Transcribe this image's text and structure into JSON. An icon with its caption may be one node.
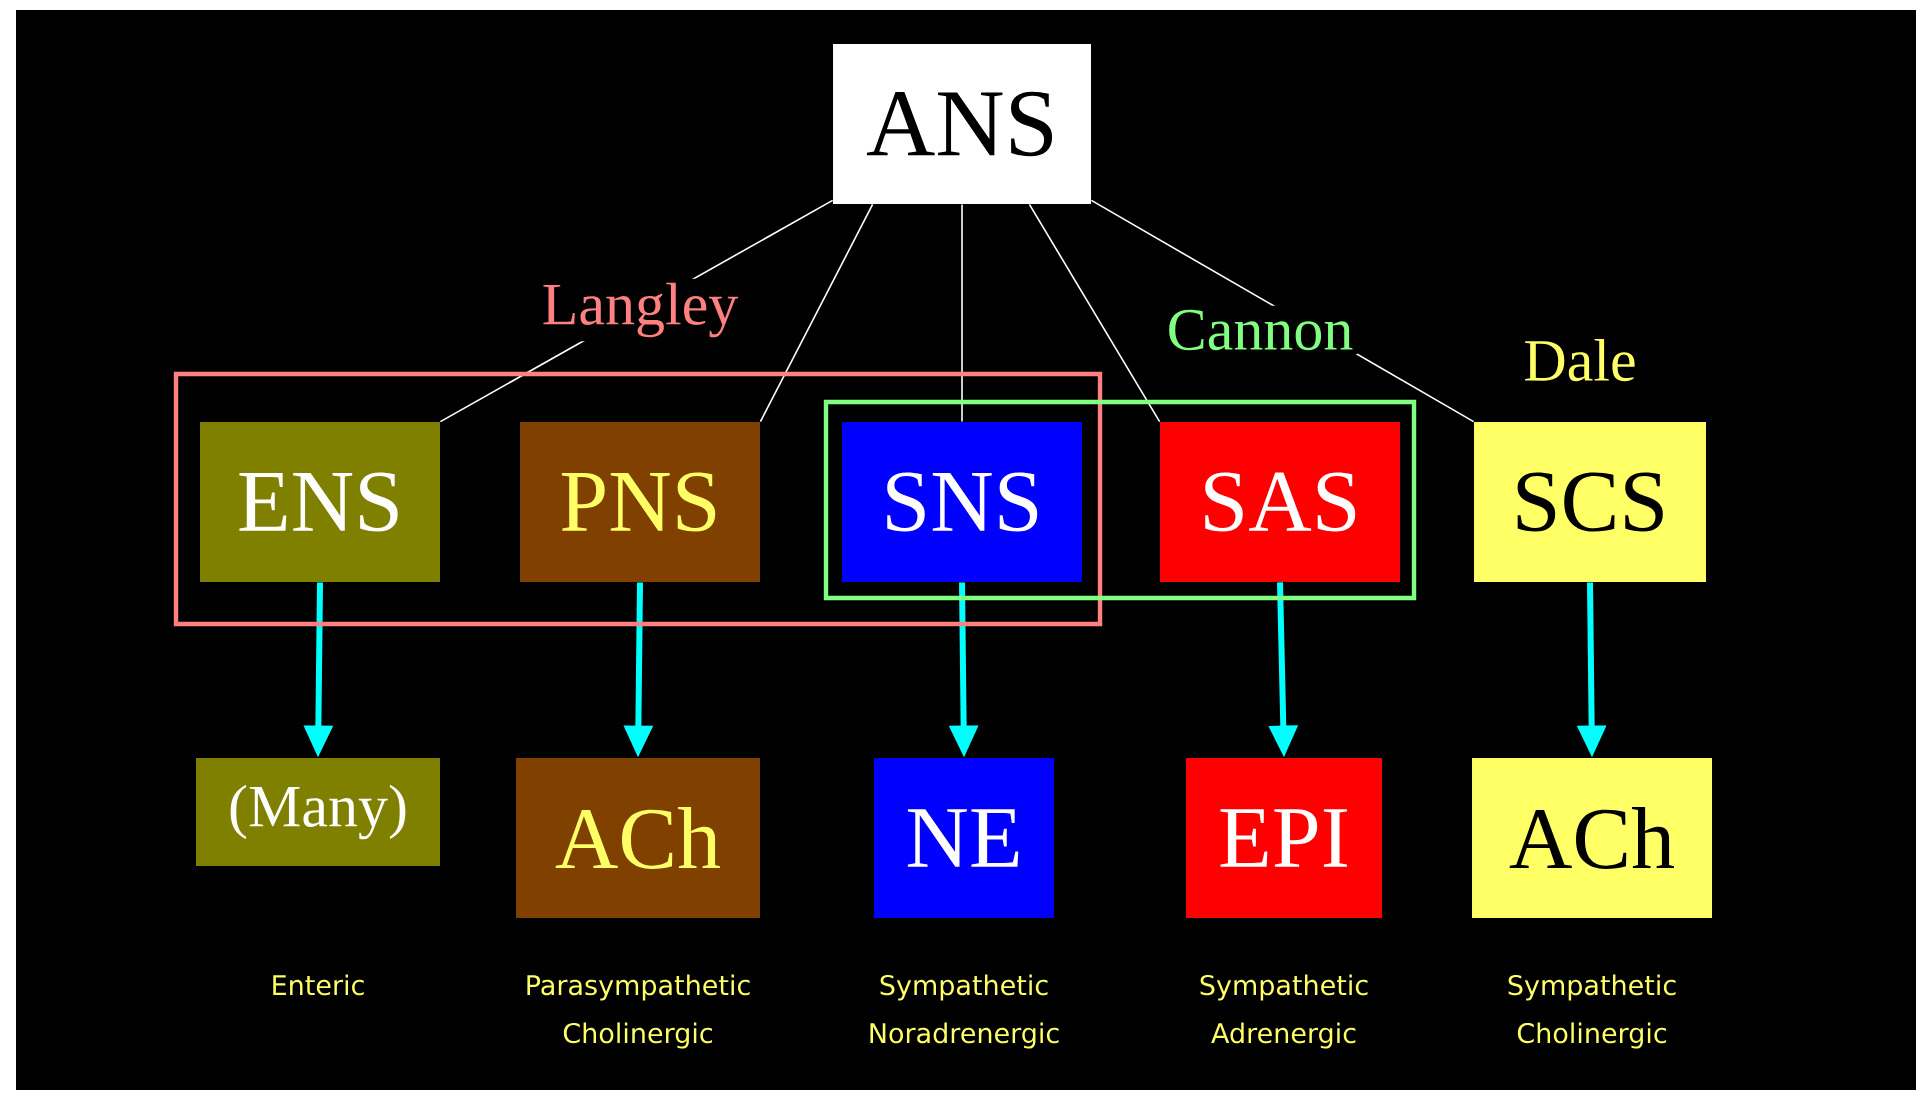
{
  "diagram": {
    "nodes": [
      {
        "text": [
          "ANS"
        ]
      },
      {
        "text": [
          "Langley"
        ]
      },
      {
        "text": [
          "Cannon"
        ]
      },
      {
        "text": [
          "ENS"
        ],
        "in": 1
      },
      {
        "text": [
          "PNS"
        ],
        "in": 1
      },
      {
        "text": [
          "SNS"
        ]
      },
      {
        "text": [
          "SAS"
        ],
        "in": 2
      },
      {
        "text": [
          "SCS"
        ],
        "beside": [
          "Dale"
        ]
      },
      {
        "text": [
          "(Many)"
        ],
        "beside": [
          "Enteric"
        ]
      },
      {
        "text": [
          "ACh"
        ],
        "beside": [
          "Parasympathetic Cholinergic"
        ]
      },
      {
        "text": [
          "NE"
        ],
        "beside": [
          "Sympathetic Noradrenergic"
        ]
      },
      {
        "text": [
          "EPI"
        ],
        "beside": [
          "Sympathetic Adrenergic"
        ]
      },
      {
        "text": [
          "ACh"
        ],
        "beside": [
          "Sympathetic Cholinergic"
        ]
      }
    ],
    "edges": [
      {
        "from": 0,
        "to": 3,
        "arrow": "none"
      },
      {
        "from": 0,
        "to": 4,
        "arrow": "none"
      },
      {
        "from": 0,
        "to": 5,
        "arrow": "none"
      },
      {
        "from": 0,
        "to": 6,
        "arrow": "none"
      },
      {
        "from": 0,
        "to": 7,
        "arrow": "none"
      },
      {
        "from": 3,
        "to": 8,
        "arrow": "to",
        "style": "thick",
        "color": "#00ffff"
      },
      {
        "from": 4,
        "to": 9,
        "arrow": "to",
        "style": "thick",
        "color": "#00ffff"
      },
      {
        "from": 5,
        "to": 10,
        "arrow": "to",
        "style": "thick",
        "color": "#00ffff"
      },
      {
        "from": 6,
        "to": 11,
        "arrow": "to",
        "style": "thick",
        "color": "#00ffff"
      },
      {
        "from": 7,
        "to": 12,
        "arrow": "to",
        "style": "thick",
        "color": "#00ffff"
      }
    ]
  }
}
